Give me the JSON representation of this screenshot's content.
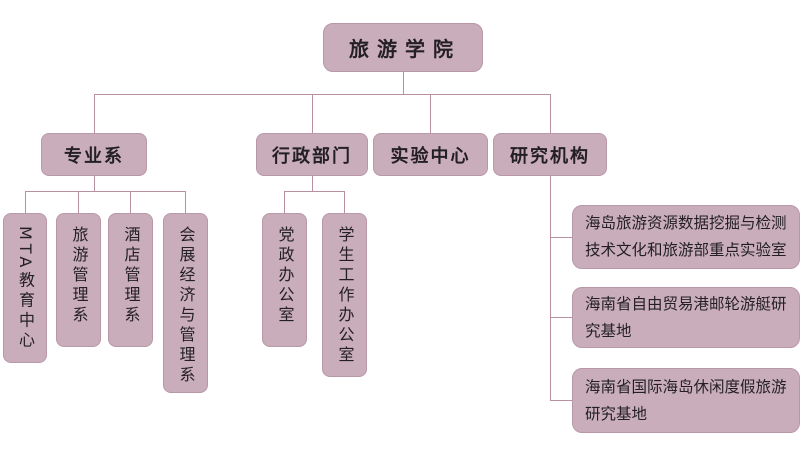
{
  "colors": {
    "background": "#ffffff",
    "box_fill": "#c9adbb",
    "box_border": "#b897a8",
    "connector": "#b98fa2",
    "text": "#231f24"
  },
  "org": {
    "root": {
      "label": "旅游学院"
    },
    "branches": [
      {
        "label": "专业系",
        "children": [
          {
            "label": "MTA教育中心"
          },
          {
            "label": "旅游管理系"
          },
          {
            "label": "酒店管理系"
          },
          {
            "label": "会展经济与管理系"
          }
        ]
      },
      {
        "label": "行政部门",
        "children": [
          {
            "label": "党政办公室"
          },
          {
            "label": "学生工作办公室"
          }
        ]
      },
      {
        "label": "实验中心",
        "children": []
      },
      {
        "label": "研究机构",
        "children": [
          {
            "label": "海岛旅游资源数据挖掘与检测技术文化和旅游部重点实验室"
          },
          {
            "label": "海南省自由贸易港邮轮游艇研究基地"
          },
          {
            "label": "海南省国际海岛休闲度假旅游研究基地"
          }
        ]
      }
    ]
  }
}
